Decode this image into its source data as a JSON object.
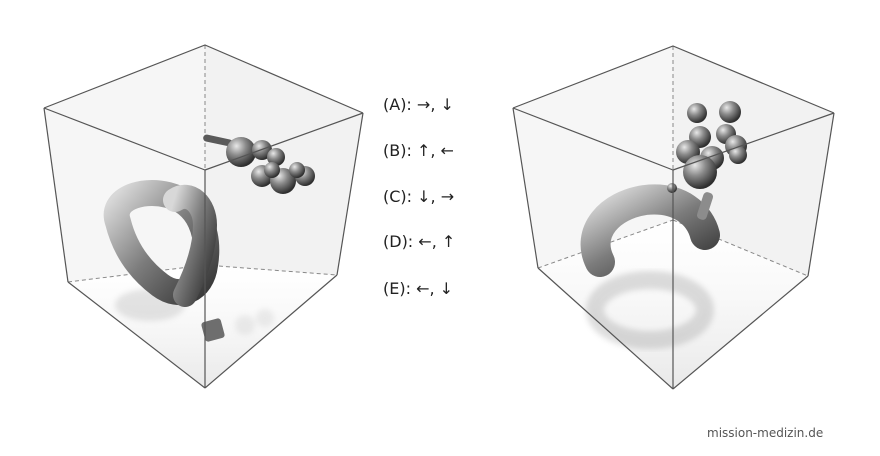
{
  "answer_options": [
    {
      "label": "(A): →, ↓"
    },
    {
      "label": "(B): ↑, ←"
    },
    {
      "label": "(C): ↓, →"
    },
    {
      "label": "(D): ←, ↑"
    },
    {
      "label": "(E): ←, ↓"
    }
  ],
  "watermark": "mission-medizin.de",
  "colors": {
    "edge": "#555555",
    "object": "#7a7a7a",
    "background": "#ffffff"
  }
}
